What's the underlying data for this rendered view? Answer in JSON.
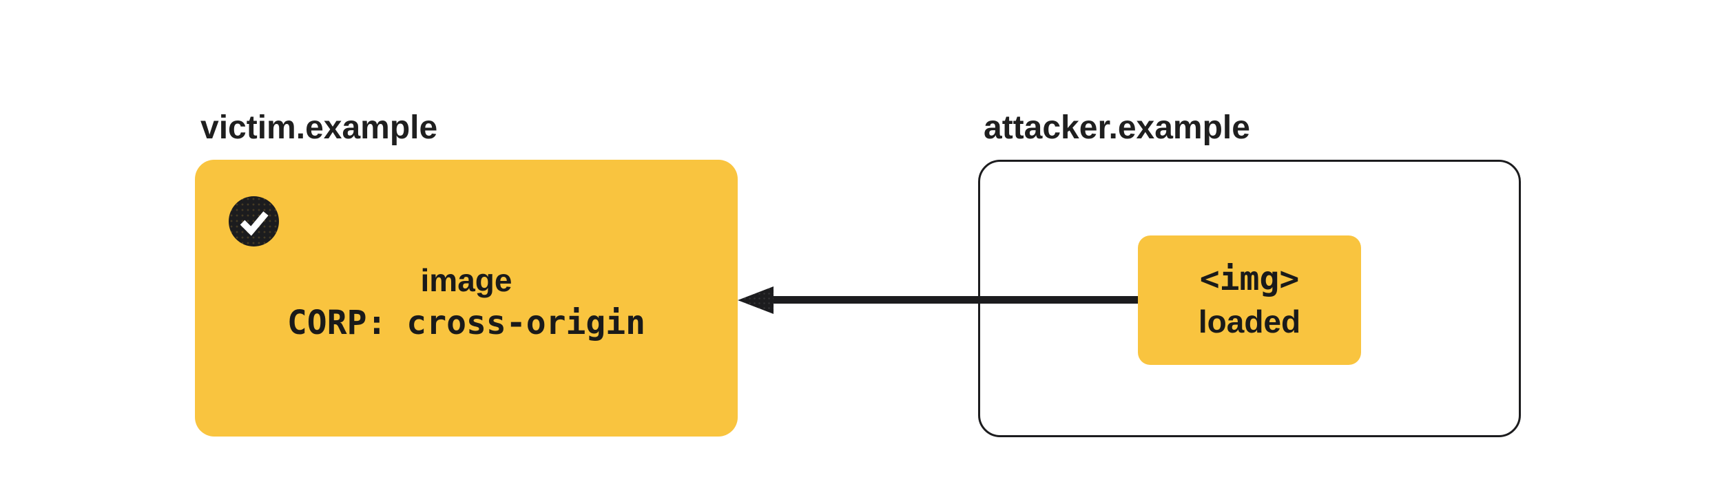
{
  "diagram": {
    "victim": {
      "domain_label": "victim.example",
      "resource": {
        "name": "image",
        "policy_header": "CORP: cross-origin"
      },
      "status_icon": "check-icon",
      "status": "allowed"
    },
    "attacker": {
      "domain_label": "attacker.example",
      "embed": {
        "element": "<img>",
        "status": "loaded"
      }
    },
    "arrow": {
      "direction": "attacker-to-victim"
    },
    "colors": {
      "accent_yellow": "#F9C43F",
      "ink": "#1C1C1E",
      "canvas": "#FFFFFF"
    }
  }
}
